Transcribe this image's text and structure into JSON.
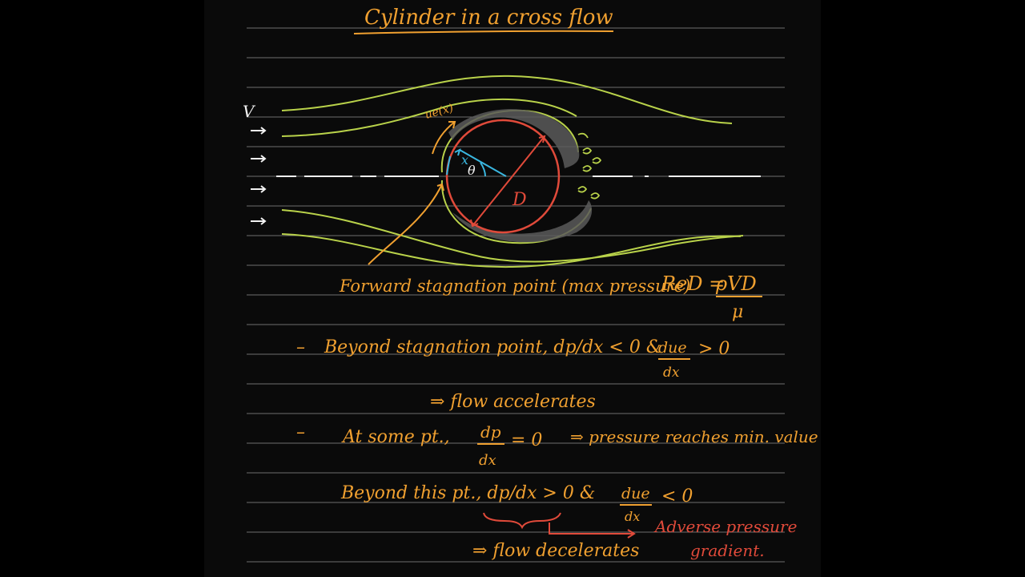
{
  "colors": {
    "ink_orange": "#f0a030",
    "ink_green": "#b9d24a",
    "ink_red": "#e04a3a",
    "ink_blue": "#3ab7e0",
    "ink_white": "#f2f2f2",
    "rule_line": "#9a9a9a",
    "shade": "#5a5a5a",
    "page": "#0a0a0a"
  },
  "title": "Cylinder in a cross flow",
  "diagram": {
    "velocity_label": "V",
    "diameter_label": "D",
    "angle_label": "θ",
    "x_label": "x",
    "ue_label": "ue(x)",
    "stagnation_caption": "Forward stagnation point (max pressure)",
    "reynolds_lhs": "ReD =",
    "reynolds_num": "ρVD",
    "reynolds_den": "μ"
  },
  "notes": {
    "line1_dash": "–",
    "line1_text": "Beyond stagnation point, dp/dx < 0 &",
    "line1_frac_num": "due",
    "line1_frac_den": "dx",
    "line1_tail": "> 0",
    "line2": "⇒ flow accelerates",
    "line3_dash": "–",
    "line3_text": "At some pt.,",
    "line3_frac_num": "dp",
    "line3_frac_den": "dx",
    "line3_tail": "= 0",
    "line3_result": "⇒ pressure reaches min. value",
    "line4_text": "Beyond this pt., dp/dx > 0 &",
    "line4_frac_num": "due",
    "line4_frac_den": "dx",
    "line4_tail": "< 0",
    "line4_annotation_1": "Adverse pressure",
    "line4_annotation_2": "gradient.",
    "line5": "⇒ flow decelerates"
  }
}
